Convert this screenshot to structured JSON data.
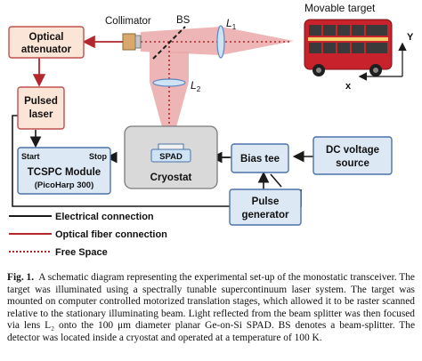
{
  "diagram": {
    "labels": {
      "collimator": "Collimator",
      "bs": "BS",
      "l1": "L",
      "l1_sub": "1",
      "l2": "L",
      "l2_sub": "2",
      "target": "Movable target",
      "axis_x": "x",
      "axis_y": "Y"
    },
    "boxes": {
      "optical_attenuator_l1": "Optical",
      "optical_attenuator_l2": "attenuator",
      "pulsed_laser_l1": "Pulsed",
      "pulsed_laser_l2": "laser",
      "tcspc_l1": "TCSPC Module",
      "tcspc_l2": "(PicoHarp 300)",
      "tcspc_start": "Start",
      "tcspc_stop": "Stop",
      "spad": "SPAD",
      "cryostat": "Cryostat",
      "bias_tee": "Bias tee",
      "dc_l1": "DC voltage",
      "dc_l2": "source",
      "pulse_gen_l1": "Pulse",
      "pulse_gen_l2": "generator"
    },
    "legend": [
      {
        "label": "Electrical connection",
        "style": "solid",
        "color": "#1a1a1a"
      },
      {
        "label": "Optical fiber connection",
        "style": "solid",
        "color": "#b3262b"
      },
      {
        "label": "Free Space",
        "style": "dotted",
        "color": "#b3262b"
      }
    ],
    "colors": {
      "box_fill_red": "#fbe5d6",
      "box_stroke_red": "#c0504d",
      "box_fill_blue": "#dde8f5",
      "box_stroke_blue": "#4a72a8",
      "beam": "#e8a0a0",
      "cryostat_fill": "#d9d9d9"
    }
  },
  "caption": {
    "fig_label": "Fig. 1.",
    "text": "A schematic diagram representing the experimental set-up of the monostatic transceiver. The target was illuminated using a spectrally tunable supercontinuum laser system. The target was mounted on computer controlled motorized translation stages, which allowed it to be raster scanned relative to the stationary illuminating beam. Light reflected from the beam splitter was then focused via lens L₂ onto the 100 μm diameter planar Ge-on-Si SPAD. BS denotes a beam-splitter. The detector was located inside a cryostat and operated at a temperature of 100 K."
  }
}
